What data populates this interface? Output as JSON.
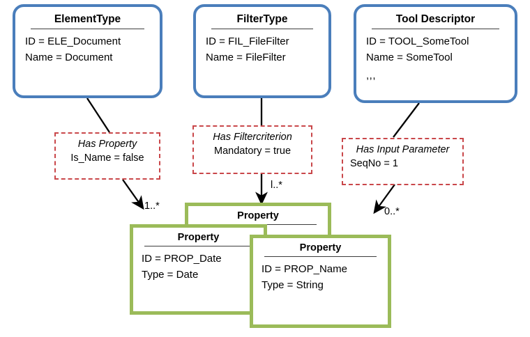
{
  "diagram": {
    "title": "UML association-class diagram",
    "colors": {
      "class_border": "#4A7EBB",
      "assoc_border": "#C9474A",
      "property_border": "#9BBB59",
      "line": "#000000",
      "background": "#ffffff"
    }
  },
  "classes": [
    {
      "id": "element-type",
      "title": "ElementType",
      "attributes": [
        "ID = ELE_Document",
        "Name = Document"
      ],
      "ellipsis": ""
    },
    {
      "id": "filter-type",
      "title": "FilterType",
      "attributes": [
        "ID = FIL_FileFilter",
        "Name = FileFilter"
      ],
      "ellipsis": ""
    },
    {
      "id": "tool-descriptor",
      "title": "Tool Descriptor",
      "attributes": [
        "ID = TOOL_SomeTool",
        "Name = SomeTool"
      ],
      "ellipsis": ",,,"
    }
  ],
  "associations": [
    {
      "id": "has-property",
      "title": "Has Property",
      "attribute": "Is_Name = false",
      "align": "center"
    },
    {
      "id": "has-filtercriterion",
      "title": "Has Filtercriterion",
      "attribute": "Mandatory = true",
      "align": "center"
    },
    {
      "id": "has-input-parameter",
      "title": "Has Input Parameter",
      "attribute": "SeqNo = 1",
      "align": "left"
    }
  ],
  "properties": [
    {
      "id": "property-back",
      "title": "Property",
      "attributes": []
    },
    {
      "id": "property-date",
      "title": "Property",
      "attributes": [
        "ID = PROP_Date",
        "Type = Date"
      ]
    },
    {
      "id": "property-name",
      "title": "Property",
      "attributes": [
        "ID = PROP_Name",
        "Type = String"
      ]
    }
  ],
  "multiplicities": [
    {
      "id": "mult-left",
      "label": "1..*"
    },
    {
      "id": "mult-middle",
      "label": "l..*"
    },
    {
      "id": "mult-right",
      "label": "0..*"
    }
  ]
}
